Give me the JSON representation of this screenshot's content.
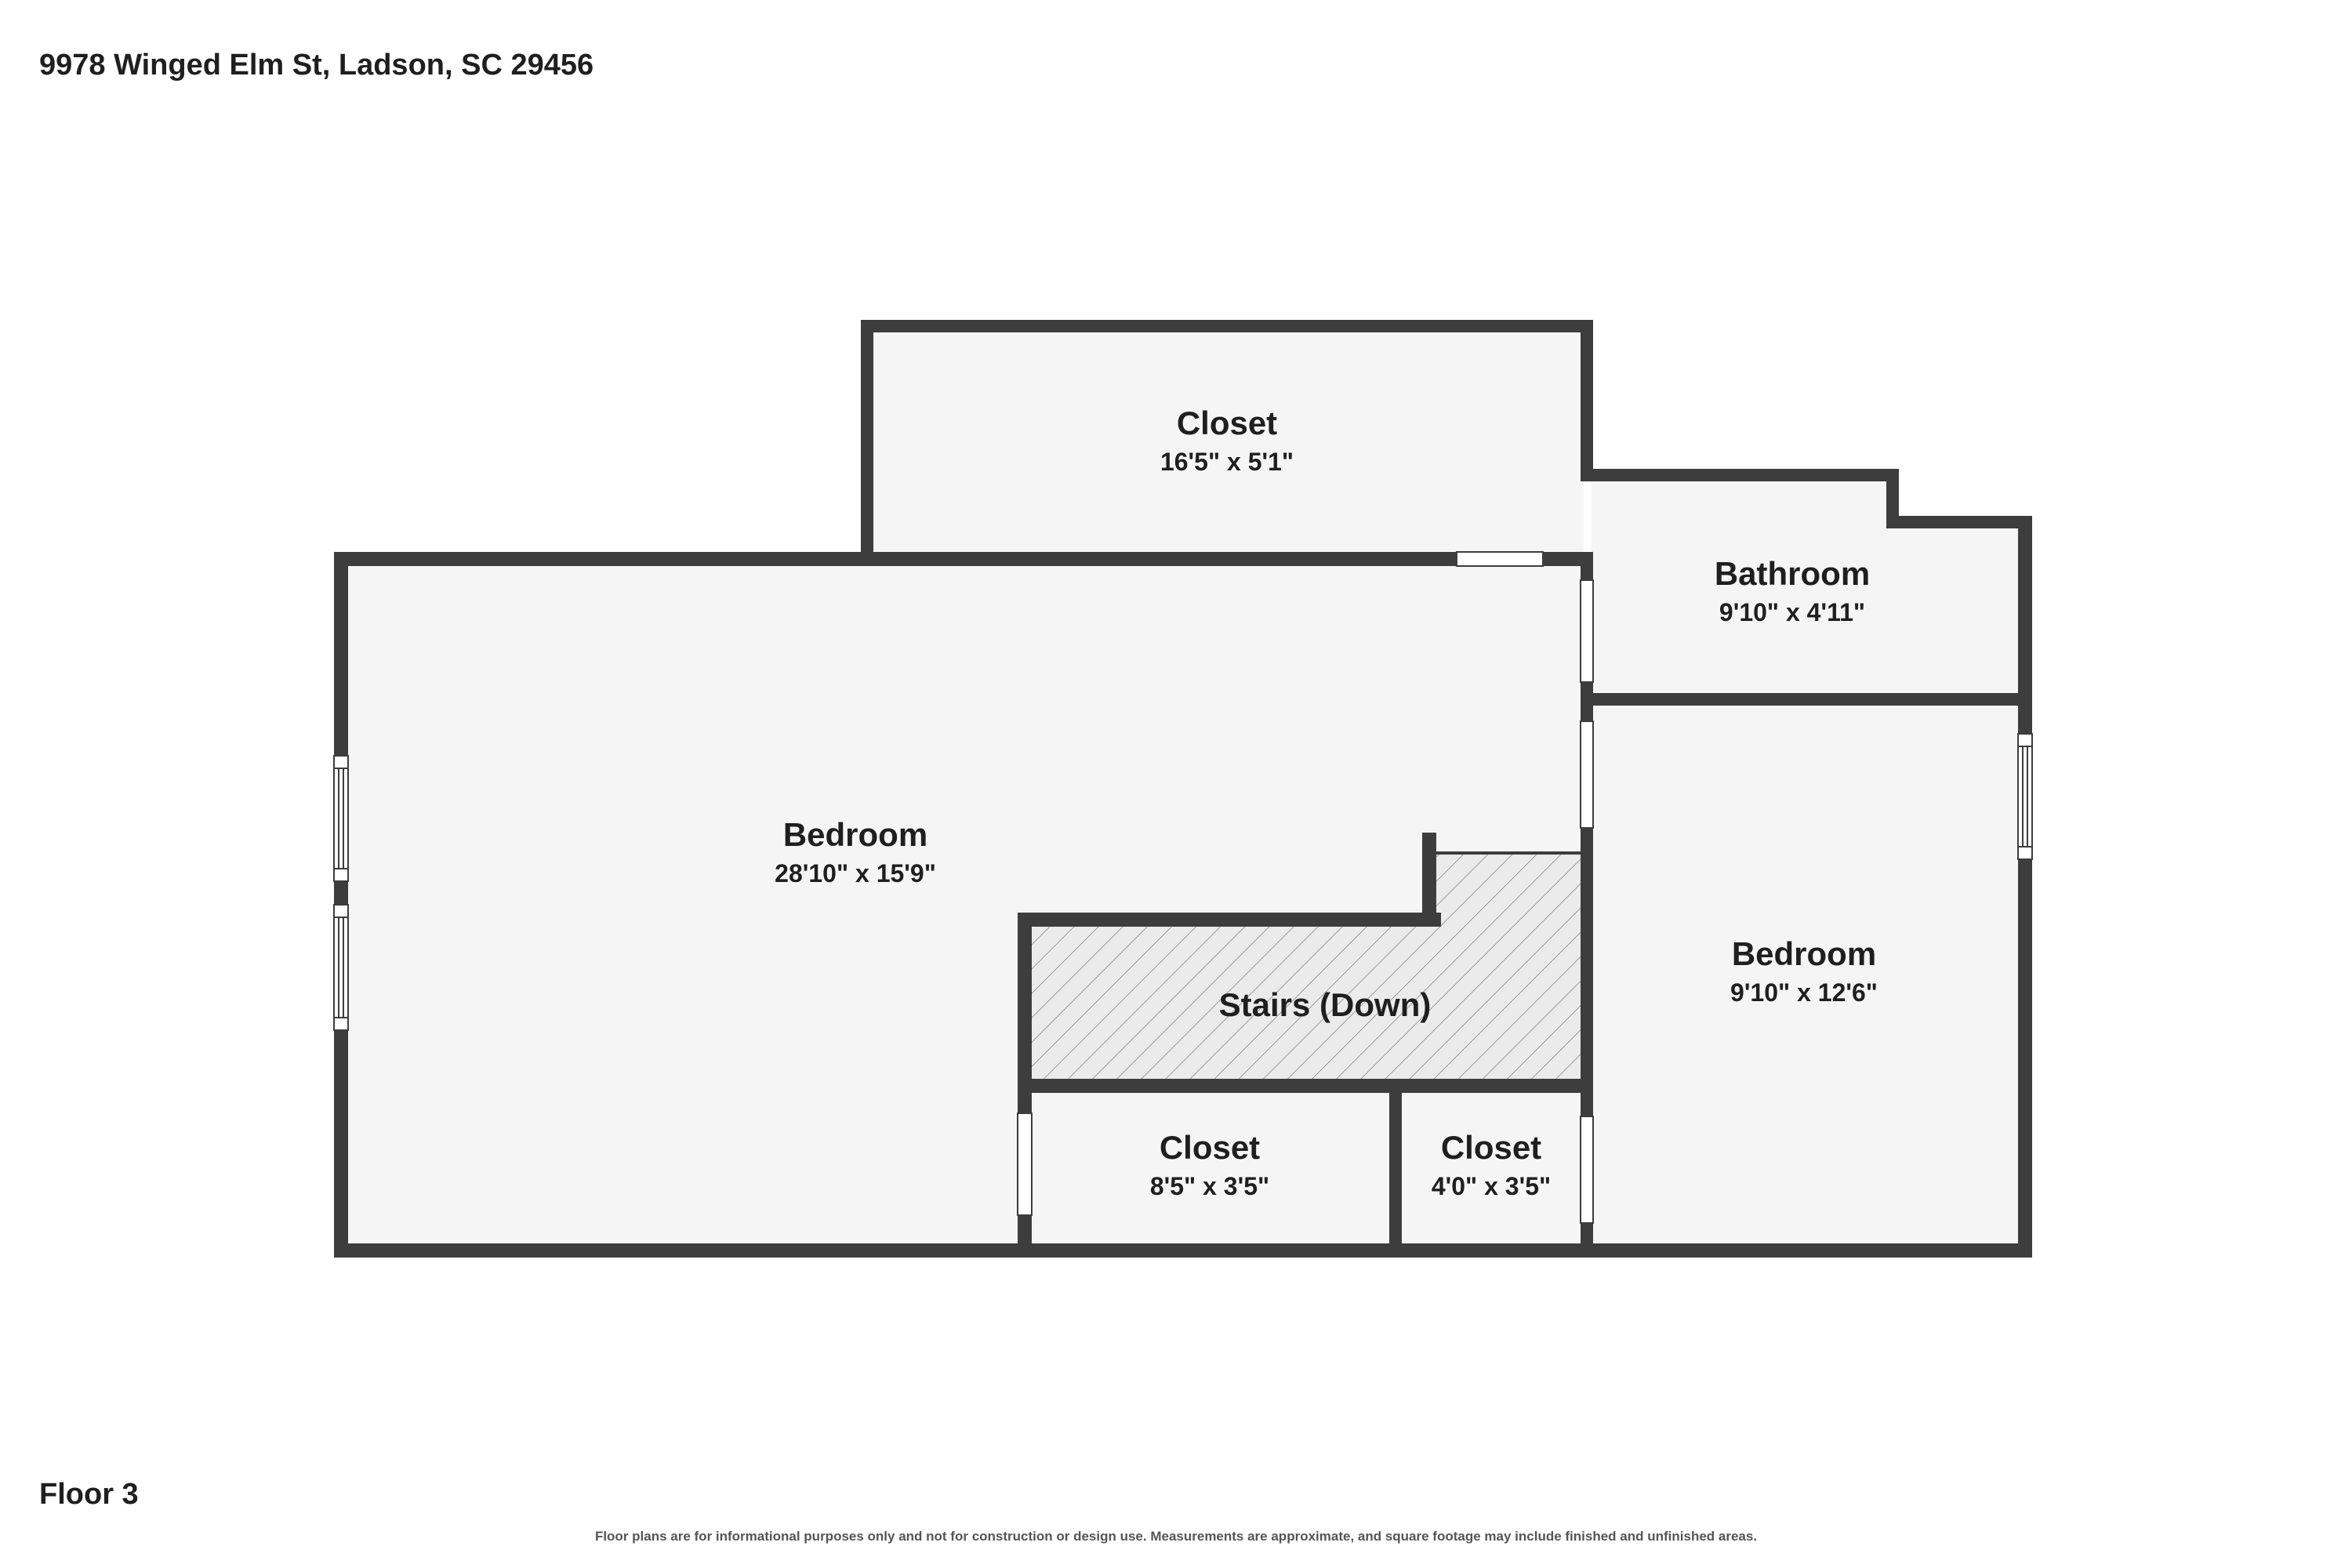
{
  "address": "9978 Winged Elm St, Ladson, SC 29456",
  "floor_label": "Floor 3",
  "disclaimer": "Floor plans are for informational purposes only and not for construction or design use. Measurements are approximate, and square footage may include finished and unfinished areas.",
  "colors": {
    "wall": "#3d3d3d",
    "floor_fill": "#f5f5f5",
    "stairs_fill": "#e9e9e9",
    "text": "#1f1f1f"
  },
  "rooms": {
    "closet_top": {
      "name": "Closet",
      "dims": "16'5\" x 5'1\""
    },
    "bathroom": {
      "name": "Bathroom",
      "dims": "9'10\" x 4'11\""
    },
    "bedroom_main": {
      "name": "Bedroom",
      "dims": "28'10\" x 15'9\""
    },
    "stairs": {
      "name": "Stairs (Down)"
    },
    "bedroom_right": {
      "name": "Bedroom",
      "dims": "9'10\" x 12'6\""
    },
    "closet_bottom_left": {
      "name": "Closet",
      "dims": "8'5\" x 3'5\""
    },
    "closet_bottom_right": {
      "name": "Closet",
      "dims": "4'0\" x 3'5\""
    }
  }
}
